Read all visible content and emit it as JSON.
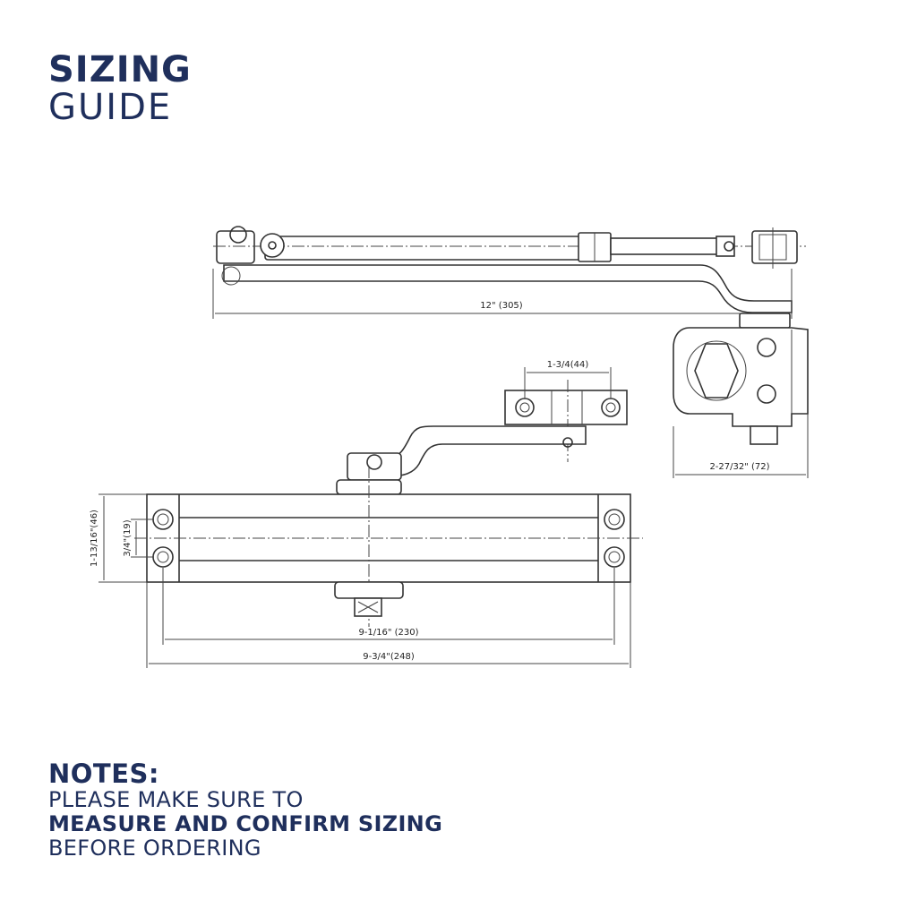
{
  "title": {
    "line1": "SIZING",
    "line2": "GUIDE"
  },
  "dimensions": {
    "arm_length": "12\" (305)",
    "bracket_spacing": "1-3/4(44)",
    "shoe_width": "2-27/32\"  (72)",
    "height": "1-13/16\"(46)",
    "hole_spacing_vertical": "3/4\"(19)",
    "hole_spacing_horizontal": "9-1/16\" (230)",
    "body_length": "9-3/4\"(248)"
  },
  "notes": {
    "title": "NOTES:",
    "line1": "PLEASE MAKE SURE TO",
    "line2": "MEASURE AND CONFIRM SIZING",
    "line3": "BEFORE ORDERING"
  },
  "colors": {
    "heading": "#1f2f5c",
    "drawing": "#333333"
  }
}
